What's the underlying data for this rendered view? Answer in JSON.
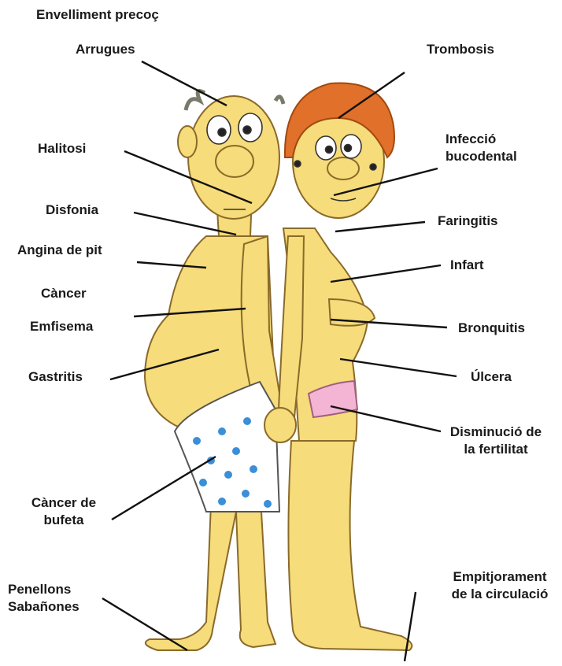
{
  "colors": {
    "skin": "#f6dc7a",
    "skin_shadow": "#e8c560",
    "outline": "#8a6a2a",
    "hair_woman": "#e0702a",
    "hair_man": "#9a9a8a",
    "underwear_man": "#ffffff",
    "underwear_dots": "#3a8fd8",
    "underwear_woman": "#f4b4d4",
    "pointer_line": "#111111",
    "label_text": "#1a1a1a"
  },
  "title": "Envelliment precoç",
  "labels_left": {
    "arrugues": "Arrugues",
    "halitosi": "Halitosi",
    "disfonia": "Disfonia",
    "angina": "Angina de pit",
    "cancer": "Càncer",
    "emfisema": "Emfisema",
    "gastritis": "Gastritis",
    "cancer_bufeta_1": "Càncer de",
    "cancer_bufeta_2": "bufeta",
    "penellons_1": "Penellons",
    "penellons_2": "Sabañones"
  },
  "labels_right": {
    "trombosis": "Trombosis",
    "infeccio_1": "Infecció",
    "infeccio_2": "bucodental",
    "faringitis": "Faringitis",
    "infart": "Infart",
    "bronquitis": "Bronquitis",
    "ulcera": "Úlcera",
    "fertilitat_1": "Disminució de",
    "fertilitat_2": "la fertilitat",
    "circulacio_1": "Empitjorament",
    "circulacio_2": "de la circulació"
  }
}
